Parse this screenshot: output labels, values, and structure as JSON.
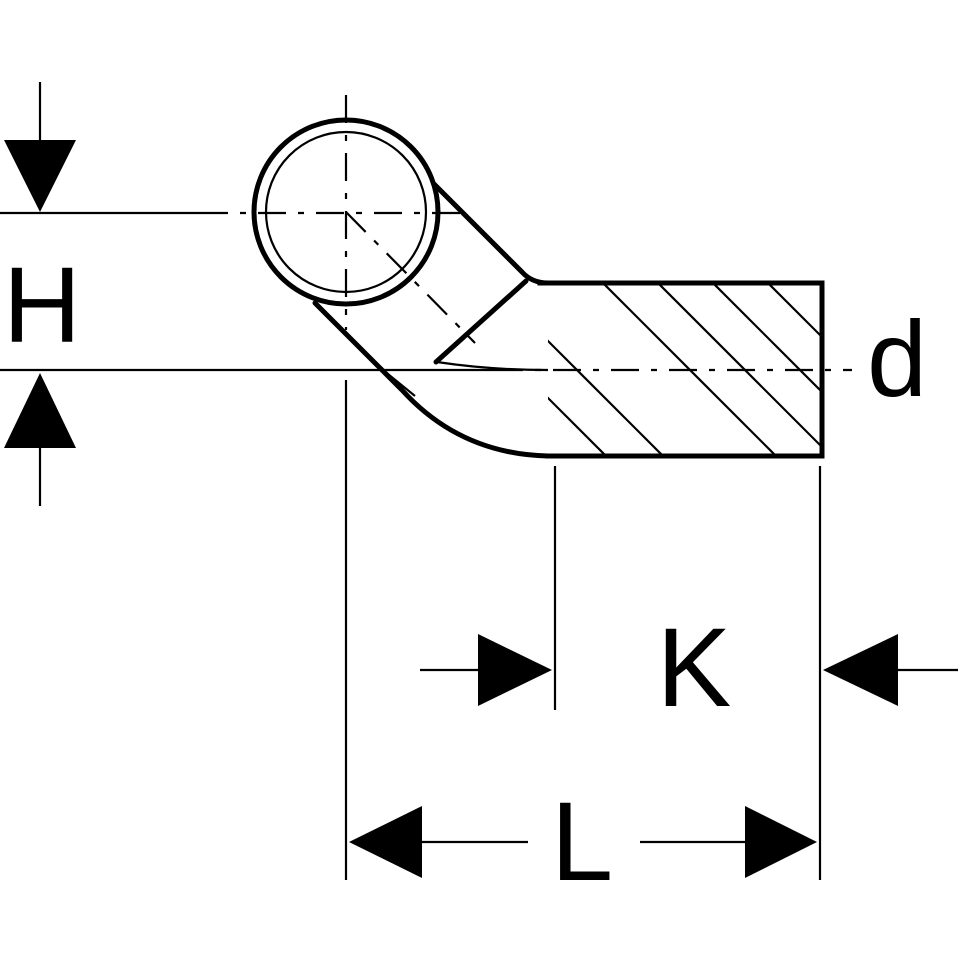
{
  "labels": {
    "height": "H",
    "diameter": "d",
    "socket_length": "K",
    "overall_length": "L"
  },
  "colors": {
    "ink": "#000000",
    "background": "#ffffff"
  }
}
